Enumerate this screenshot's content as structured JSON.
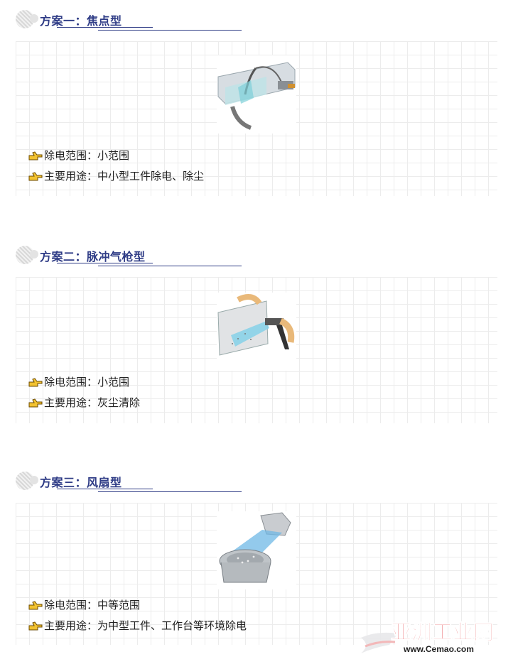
{
  "sections": [
    {
      "title": "方案一：焦点型",
      "items": [
        {
          "label": "除电范围：",
          "value": "小范围"
        },
        {
          "label": "主要用途：",
          "value": "中小型工件除电、除尘"
        }
      ]
    },
    {
      "title": "方案二：脉冲气枪型",
      "items": [
        {
          "label": "除电范围：",
          "value": "小范围"
        },
        {
          "label": "主要用途：",
          "value": "灰尘清除"
        }
      ]
    },
    {
      "title": "方案三：风扇型",
      "items": [
        {
          "label": "除电范围：",
          "value": "中等范围"
        },
        {
          "label": "主要用途：",
          "value": "为中型工件、工作台等环境除电"
        }
      ]
    }
  ],
  "watermark": {
    "brand": "亚洲工业网",
    "url": "www.Cemao.com",
    "brand_color": "#e0262a"
  }
}
